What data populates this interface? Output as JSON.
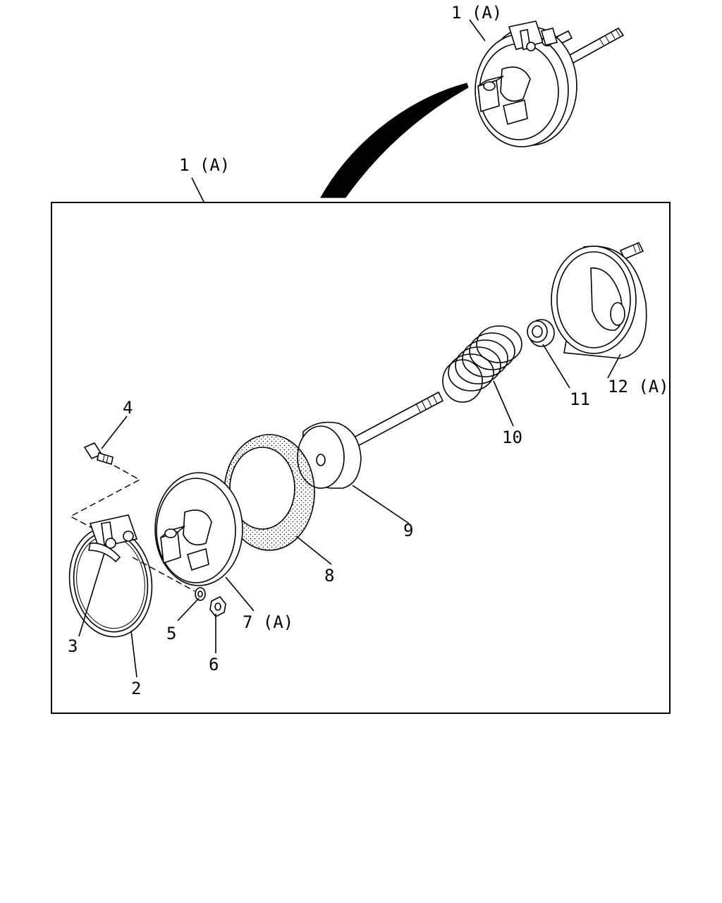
{
  "labels": {
    "top_assembly": "1 (A)",
    "main_assembly": "1 (A)",
    "p2": "2",
    "p3": "3",
    "p4": "4",
    "p5": "5",
    "p6": "6",
    "p7": "7 (A)",
    "p8": "8",
    "p9": "9",
    "p10": "10",
    "p11": "11",
    "p12": "12 (A)"
  }
}
